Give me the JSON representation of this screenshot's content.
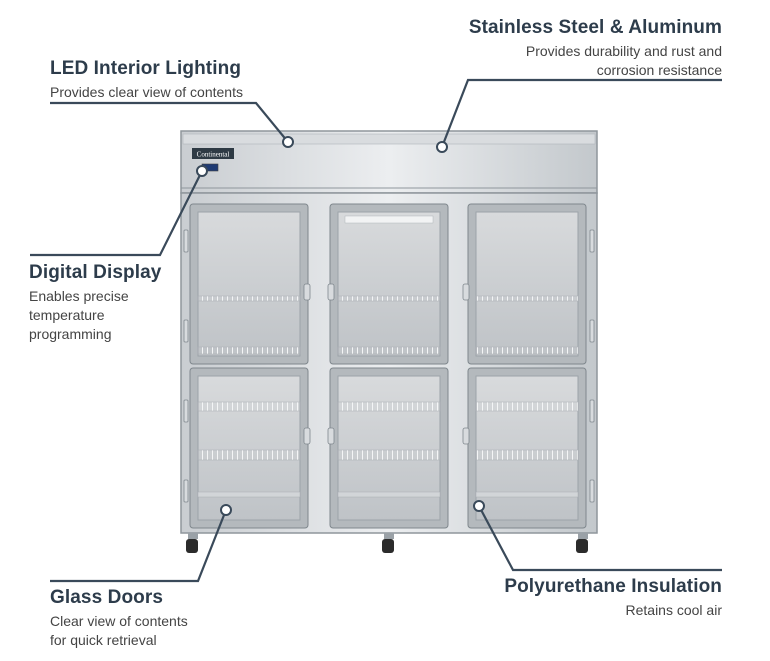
{
  "brand": {
    "logo_text": "Continental"
  },
  "features": [
    {
      "title": "LED Interior Lighting",
      "desc": [
        "Provides clear view of contents"
      ]
    },
    {
      "title": "Stainless Steel & Aluminum",
      "desc": [
        "Provides durability and rust and",
        "corrosion resistance"
      ]
    },
    {
      "title": "Digital Display",
      "desc": [
        "Enables precise",
        "temperature",
        "programming"
      ]
    },
    {
      "title": "Glass Doors",
      "desc": [
        "Clear view of contents",
        "for quick retrieval"
      ]
    },
    {
      "title": "Polyurethane Insulation",
      "desc": [
        "Retains cool air"
      ]
    }
  ],
  "colors": {
    "heading": "#2d3c4b",
    "leader_line": "#3a4a5a",
    "steel_light": "#e7e9eb",
    "steel_dark": "#9aa1a7"
  }
}
